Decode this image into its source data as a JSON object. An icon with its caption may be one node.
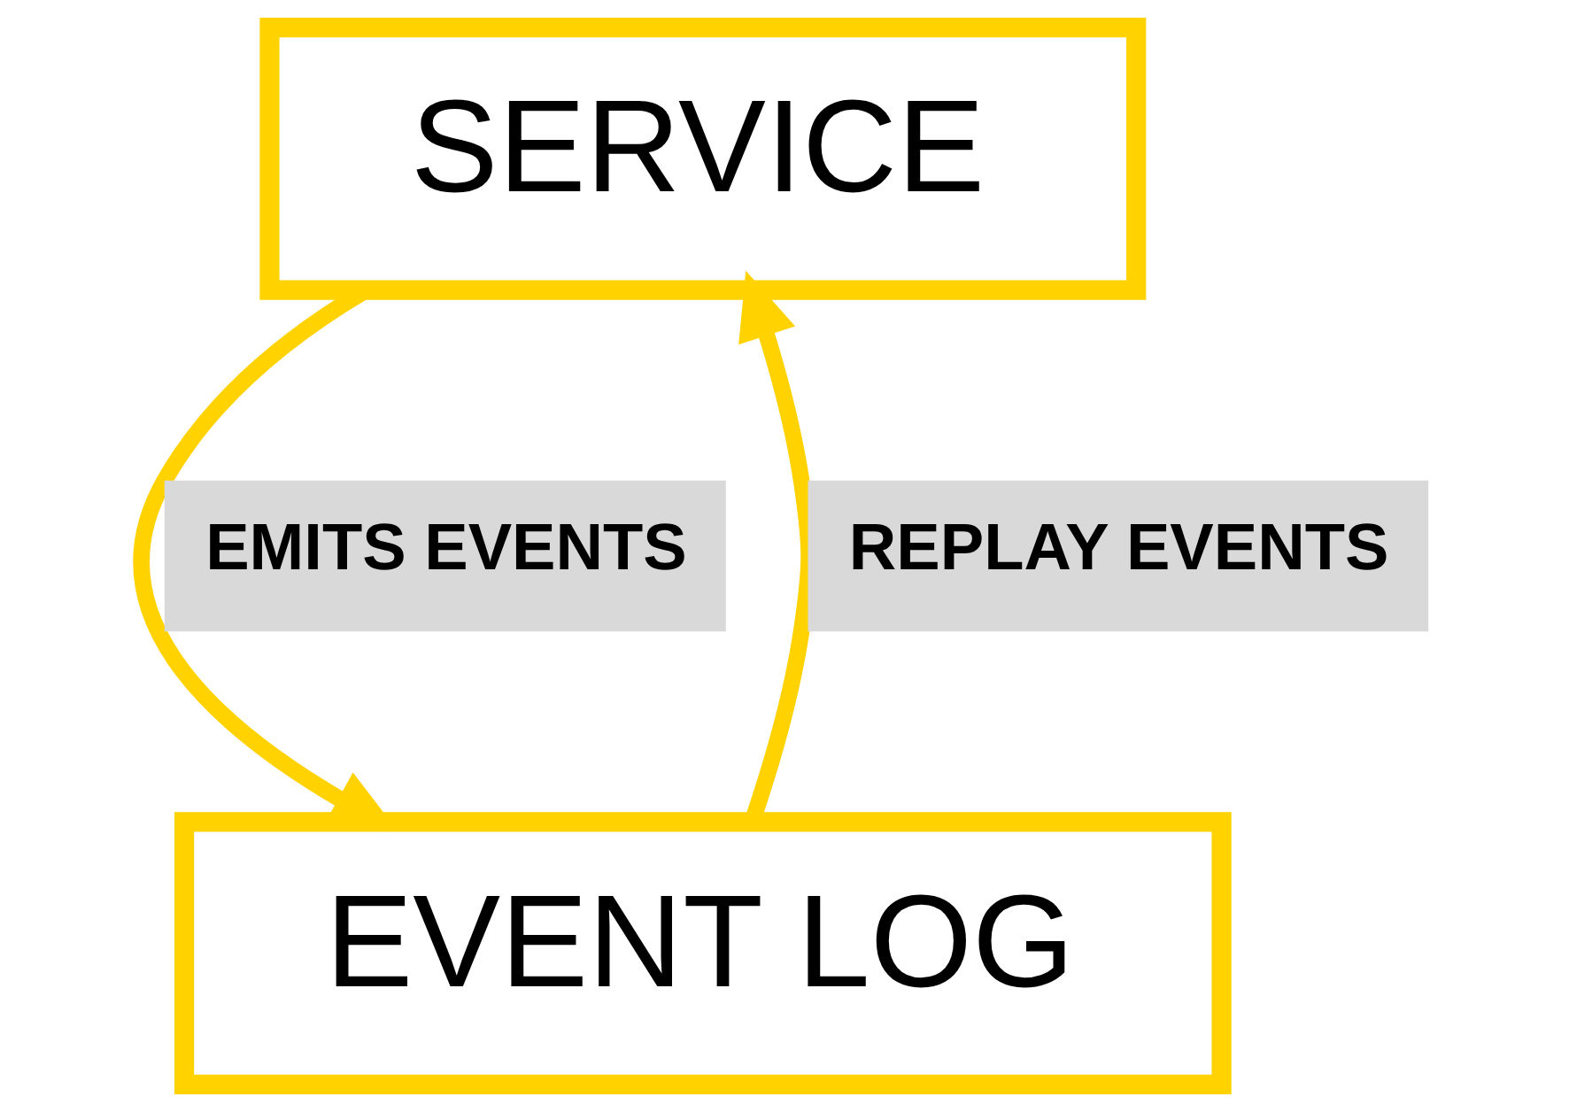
{
  "diagram": {
    "nodes": [
      {
        "text": [
          "SERVICE"
        ]
      },
      {
        "text": [
          "EVENT LOG"
        ]
      }
    ],
    "edges": [
      {
        "from": 0,
        "to": 1,
        "arrow": "to",
        "label": "EMITS EVENTS"
      },
      {
        "from": 1,
        "to": 0,
        "arrow": "to",
        "label": "REPLAY EVENTS"
      }
    ]
  }
}
